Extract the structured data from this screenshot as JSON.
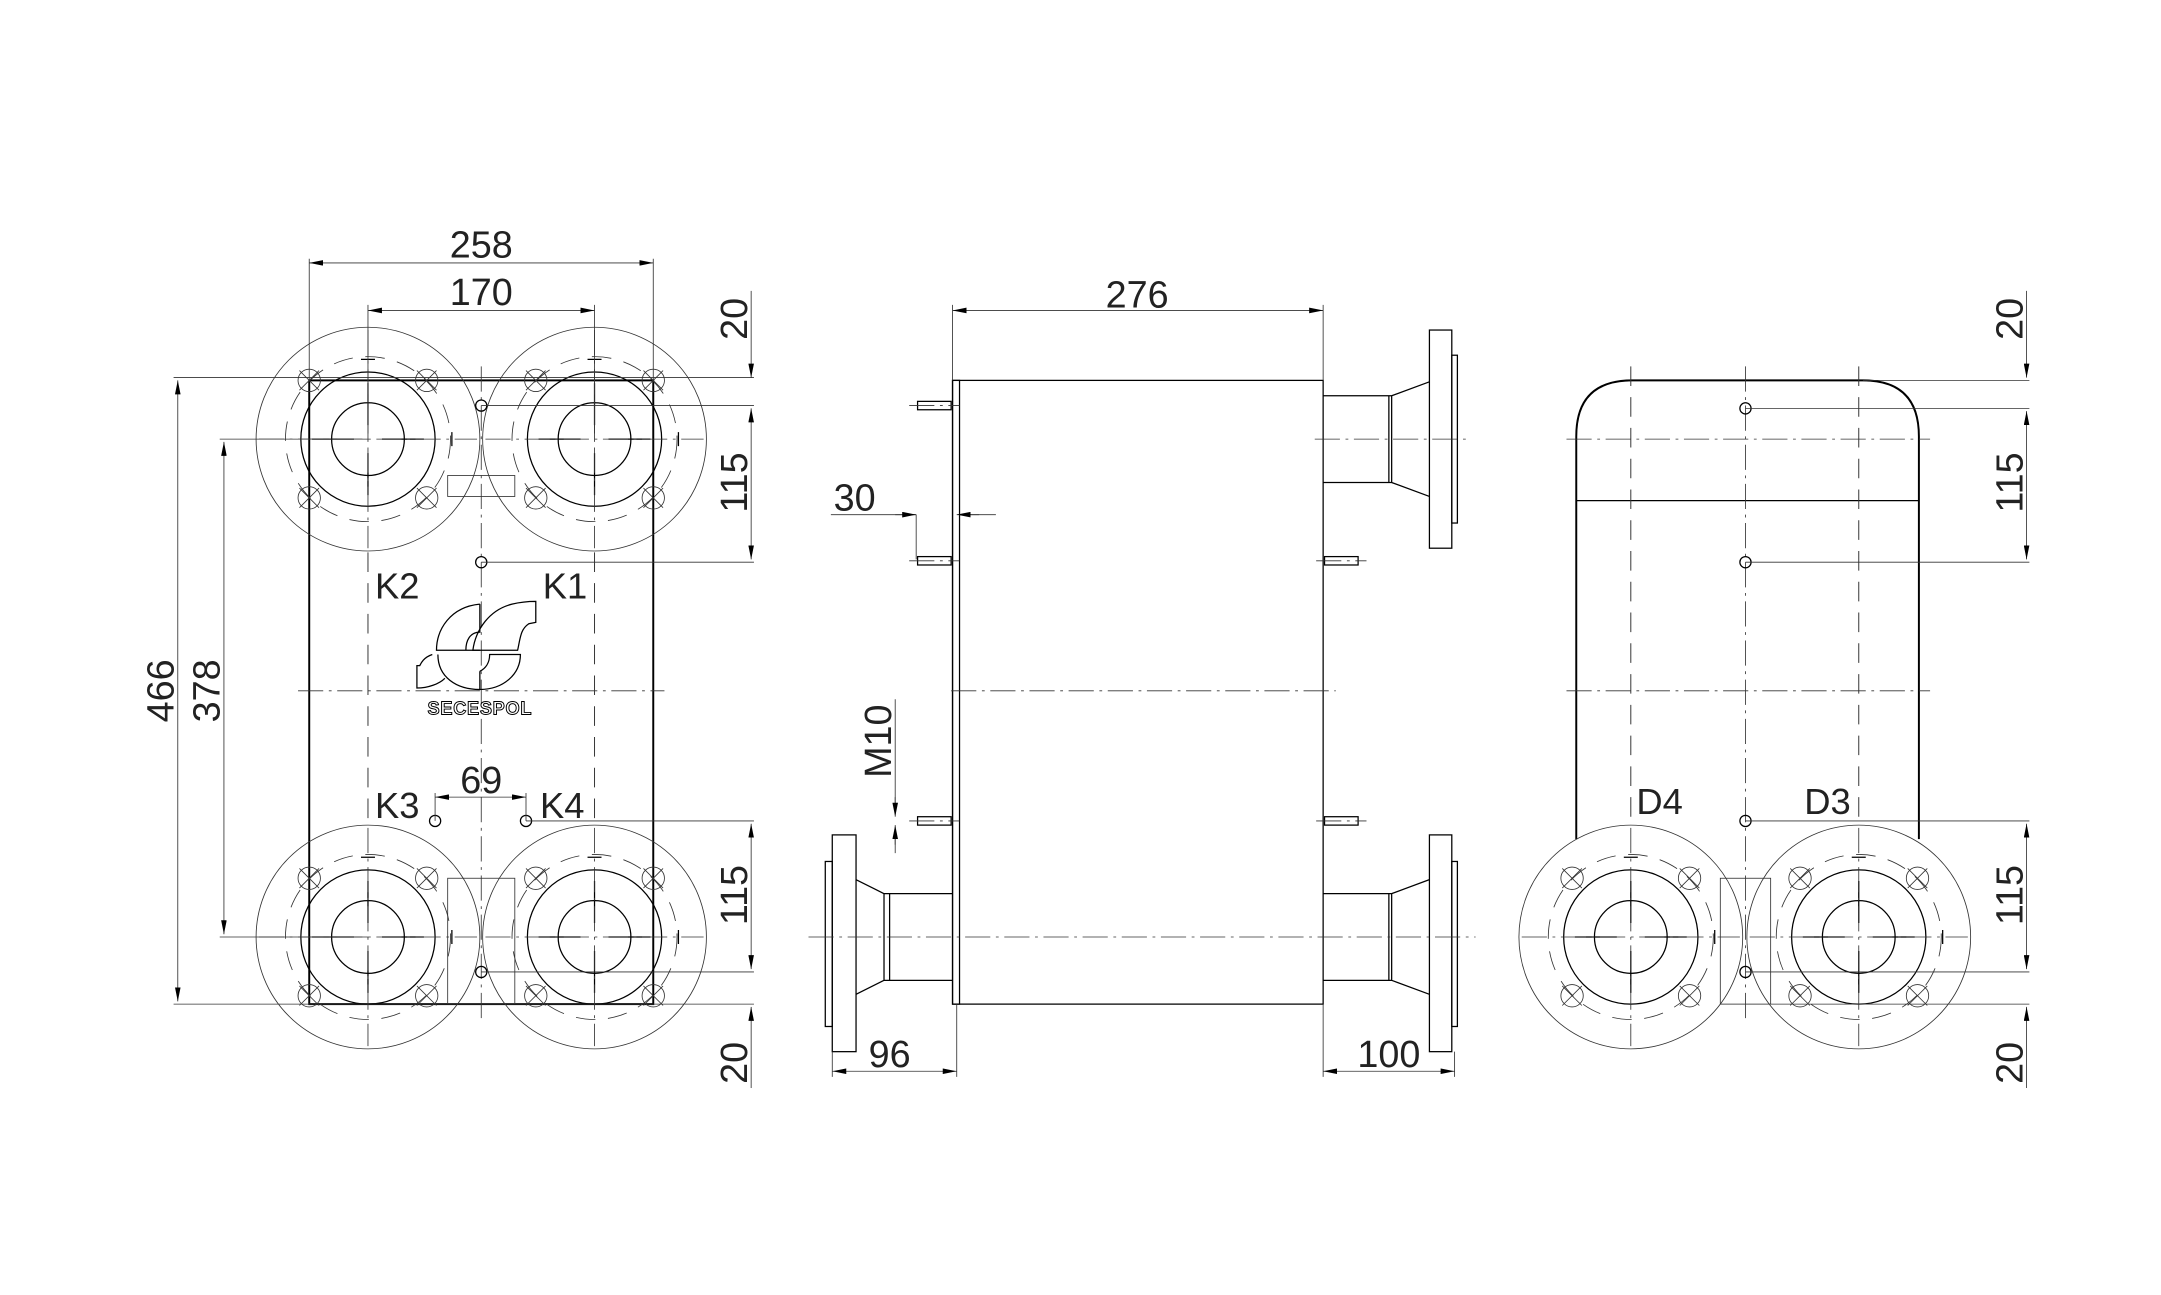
{
  "drawing": {
    "front_view": {
      "dimensions": {
        "overall_width": "258",
        "port_spacing": "170",
        "overall_height": "466",
        "port_vertical_spacing": "378",
        "top_offset": "20",
        "top_hole_spacing": "115",
        "bottom_hole_spacing": "115",
        "bottom_offset": "20",
        "sensor_spacing": "69"
      },
      "ports": {
        "k1": "K1",
        "k2": "K2",
        "k3": "K3",
        "k4": "K4"
      },
      "logo": "SECESPOL"
    },
    "side_view": {
      "dimensions": {
        "length": "276",
        "stud_offset": "30",
        "thread": "M10",
        "left_nozzle": "96",
        "right_nozzle": "100"
      }
    },
    "rear_view": {
      "dimensions": {
        "top_offset": "20",
        "top_hole_spacing": "115",
        "bottom_hole_spacing": "115",
        "bottom_offset": "20"
      },
      "ports": {
        "d3": "D3",
        "d4": "D4"
      }
    }
  }
}
